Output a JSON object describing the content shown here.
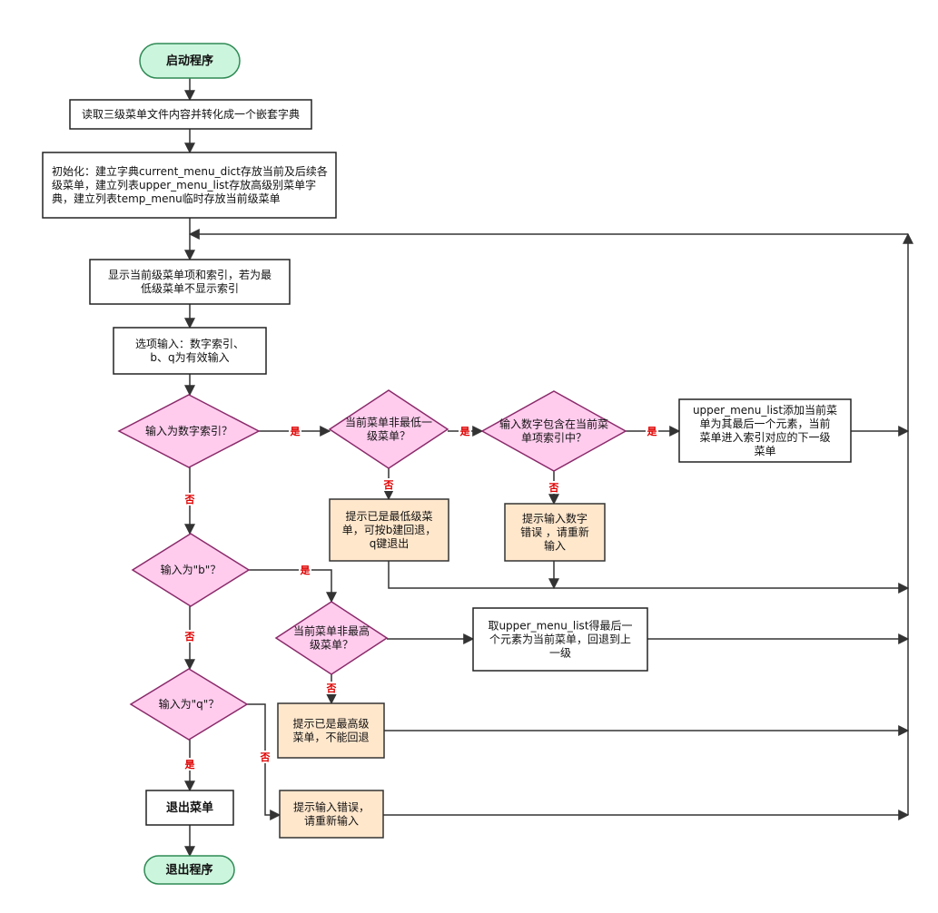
{
  "colors": {
    "start_end_fill": "#ccf5dd",
    "start_end_stroke": "#2f8a55",
    "process_fill": "#ffffff",
    "process_stroke": "#222222",
    "decision_fill": "#ffccee",
    "decision_stroke": "#8a2a6a",
    "warn_fill": "#ffe7cc",
    "warn_stroke": "#333333",
    "line": "#333333",
    "label": "#e00000"
  },
  "nodes": {
    "start": {
      "lines": [
        "启动程序"
      ]
    },
    "read_file": {
      "lines": [
        "读取三级菜单文件内容并转化成一个嵌套字典"
      ]
    },
    "init": {
      "lines": [
        "初始化：建立字典current_menu_dict存放当前及后续各",
        "级菜单，建立列表upper_menu_list存放高级别菜单字",
        "典，建立列表temp_menu临时存放当前级菜单"
      ]
    },
    "show_menu": {
      "lines": [
        "显示当前级菜单项和索引，若为最",
        "低级菜单不显示索引"
      ]
    },
    "option_input": {
      "lines": [
        "选项输入：数字索引、",
        "b、q为有效输入"
      ]
    },
    "is_number": {
      "lines": [
        "输入为数字索引？"
      ]
    },
    "not_lowest": {
      "lines": [
        "当前菜单非最低一",
        "级菜单？"
      ]
    },
    "in_index": {
      "lines": [
        "输入数字包含在当前菜",
        "单项索引中？"
      ]
    },
    "enter_sub": {
      "lines": [
        "upper_menu_list添加当前菜",
        "单为其最后一个元素，当前",
        "菜单进入索引对应的下一级",
        "菜单"
      ]
    },
    "lowest_tip": {
      "lines": [
        "提示已是最低级菜",
        "单，可按b建回退，",
        "q键退出"
      ]
    },
    "num_err_tip": {
      "lines": [
        "提示输入数字",
        "错误 ，请重新",
        "输入"
      ]
    },
    "is_b": {
      "lines": [
        "输入为\"b\"？"
      ]
    },
    "not_highest": {
      "lines": [
        "当前菜单非最高",
        "级菜单？"
      ]
    },
    "go_back": {
      "lines": [
        "取upper_menu_list得最后一",
        "个元素为当前菜单，回退到上",
        "一级"
      ]
    },
    "highest_tip": {
      "lines": [
        "提示已是最高级",
        "菜单，不能回退"
      ]
    },
    "is_q": {
      "lines": [
        "输入为\"q\"？"
      ]
    },
    "exit_menu": {
      "lines": [
        "退出菜单"
      ]
    },
    "input_err_tip": {
      "lines": [
        "提示输入错误，",
        "请重新输入"
      ]
    },
    "exit_program": {
      "lines": [
        "退出程序"
      ]
    }
  },
  "edge_labels": {
    "yes": "是",
    "no": "否"
  }
}
